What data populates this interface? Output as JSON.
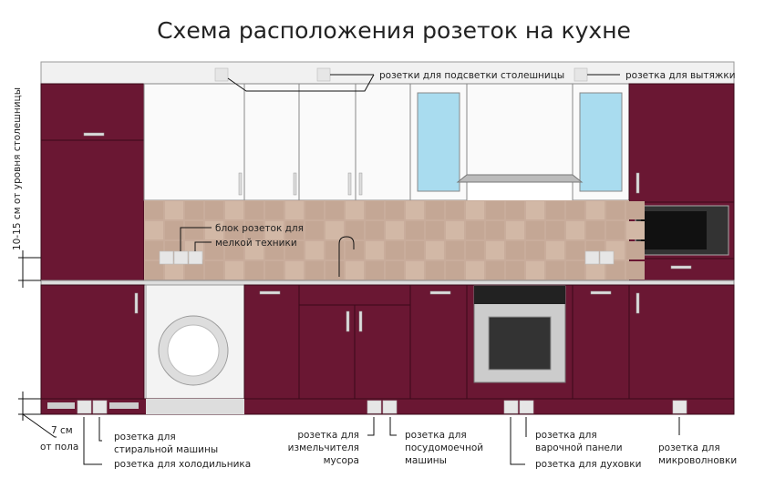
{
  "title": "Схема расположения розеток на кухне",
  "labels": {
    "backlight": "розетки для подсветки столешницы",
    "hood": "розетка для вытяжки",
    "small_appliances_1": "блок розеток для",
    "small_appliances_2": "мелкой техники",
    "height_from_counter": "10-15 см от уровня столешницы",
    "floor_1": "7 см",
    "floor_2": "от пола",
    "washer_1": "розетка для",
    "washer_2": "стиральной машины",
    "fridge": "розетка для холодильника",
    "disposer_1": "розетка для",
    "disposer_2": "измельчителя",
    "disposer_3": "мусора",
    "dishwasher_1": "розетка для",
    "dishwasher_2": "посудомоечной",
    "dishwasher_3": "машины",
    "hob_1": "розетка для",
    "hob_2": "варочной панели",
    "oven": "розетка для духовки",
    "microwave_1": "розетка для",
    "microwave_2": "микроволновки"
  },
  "colors": {
    "cabinet": "#6a1733",
    "tile": "#c9ad9c"
  }
}
